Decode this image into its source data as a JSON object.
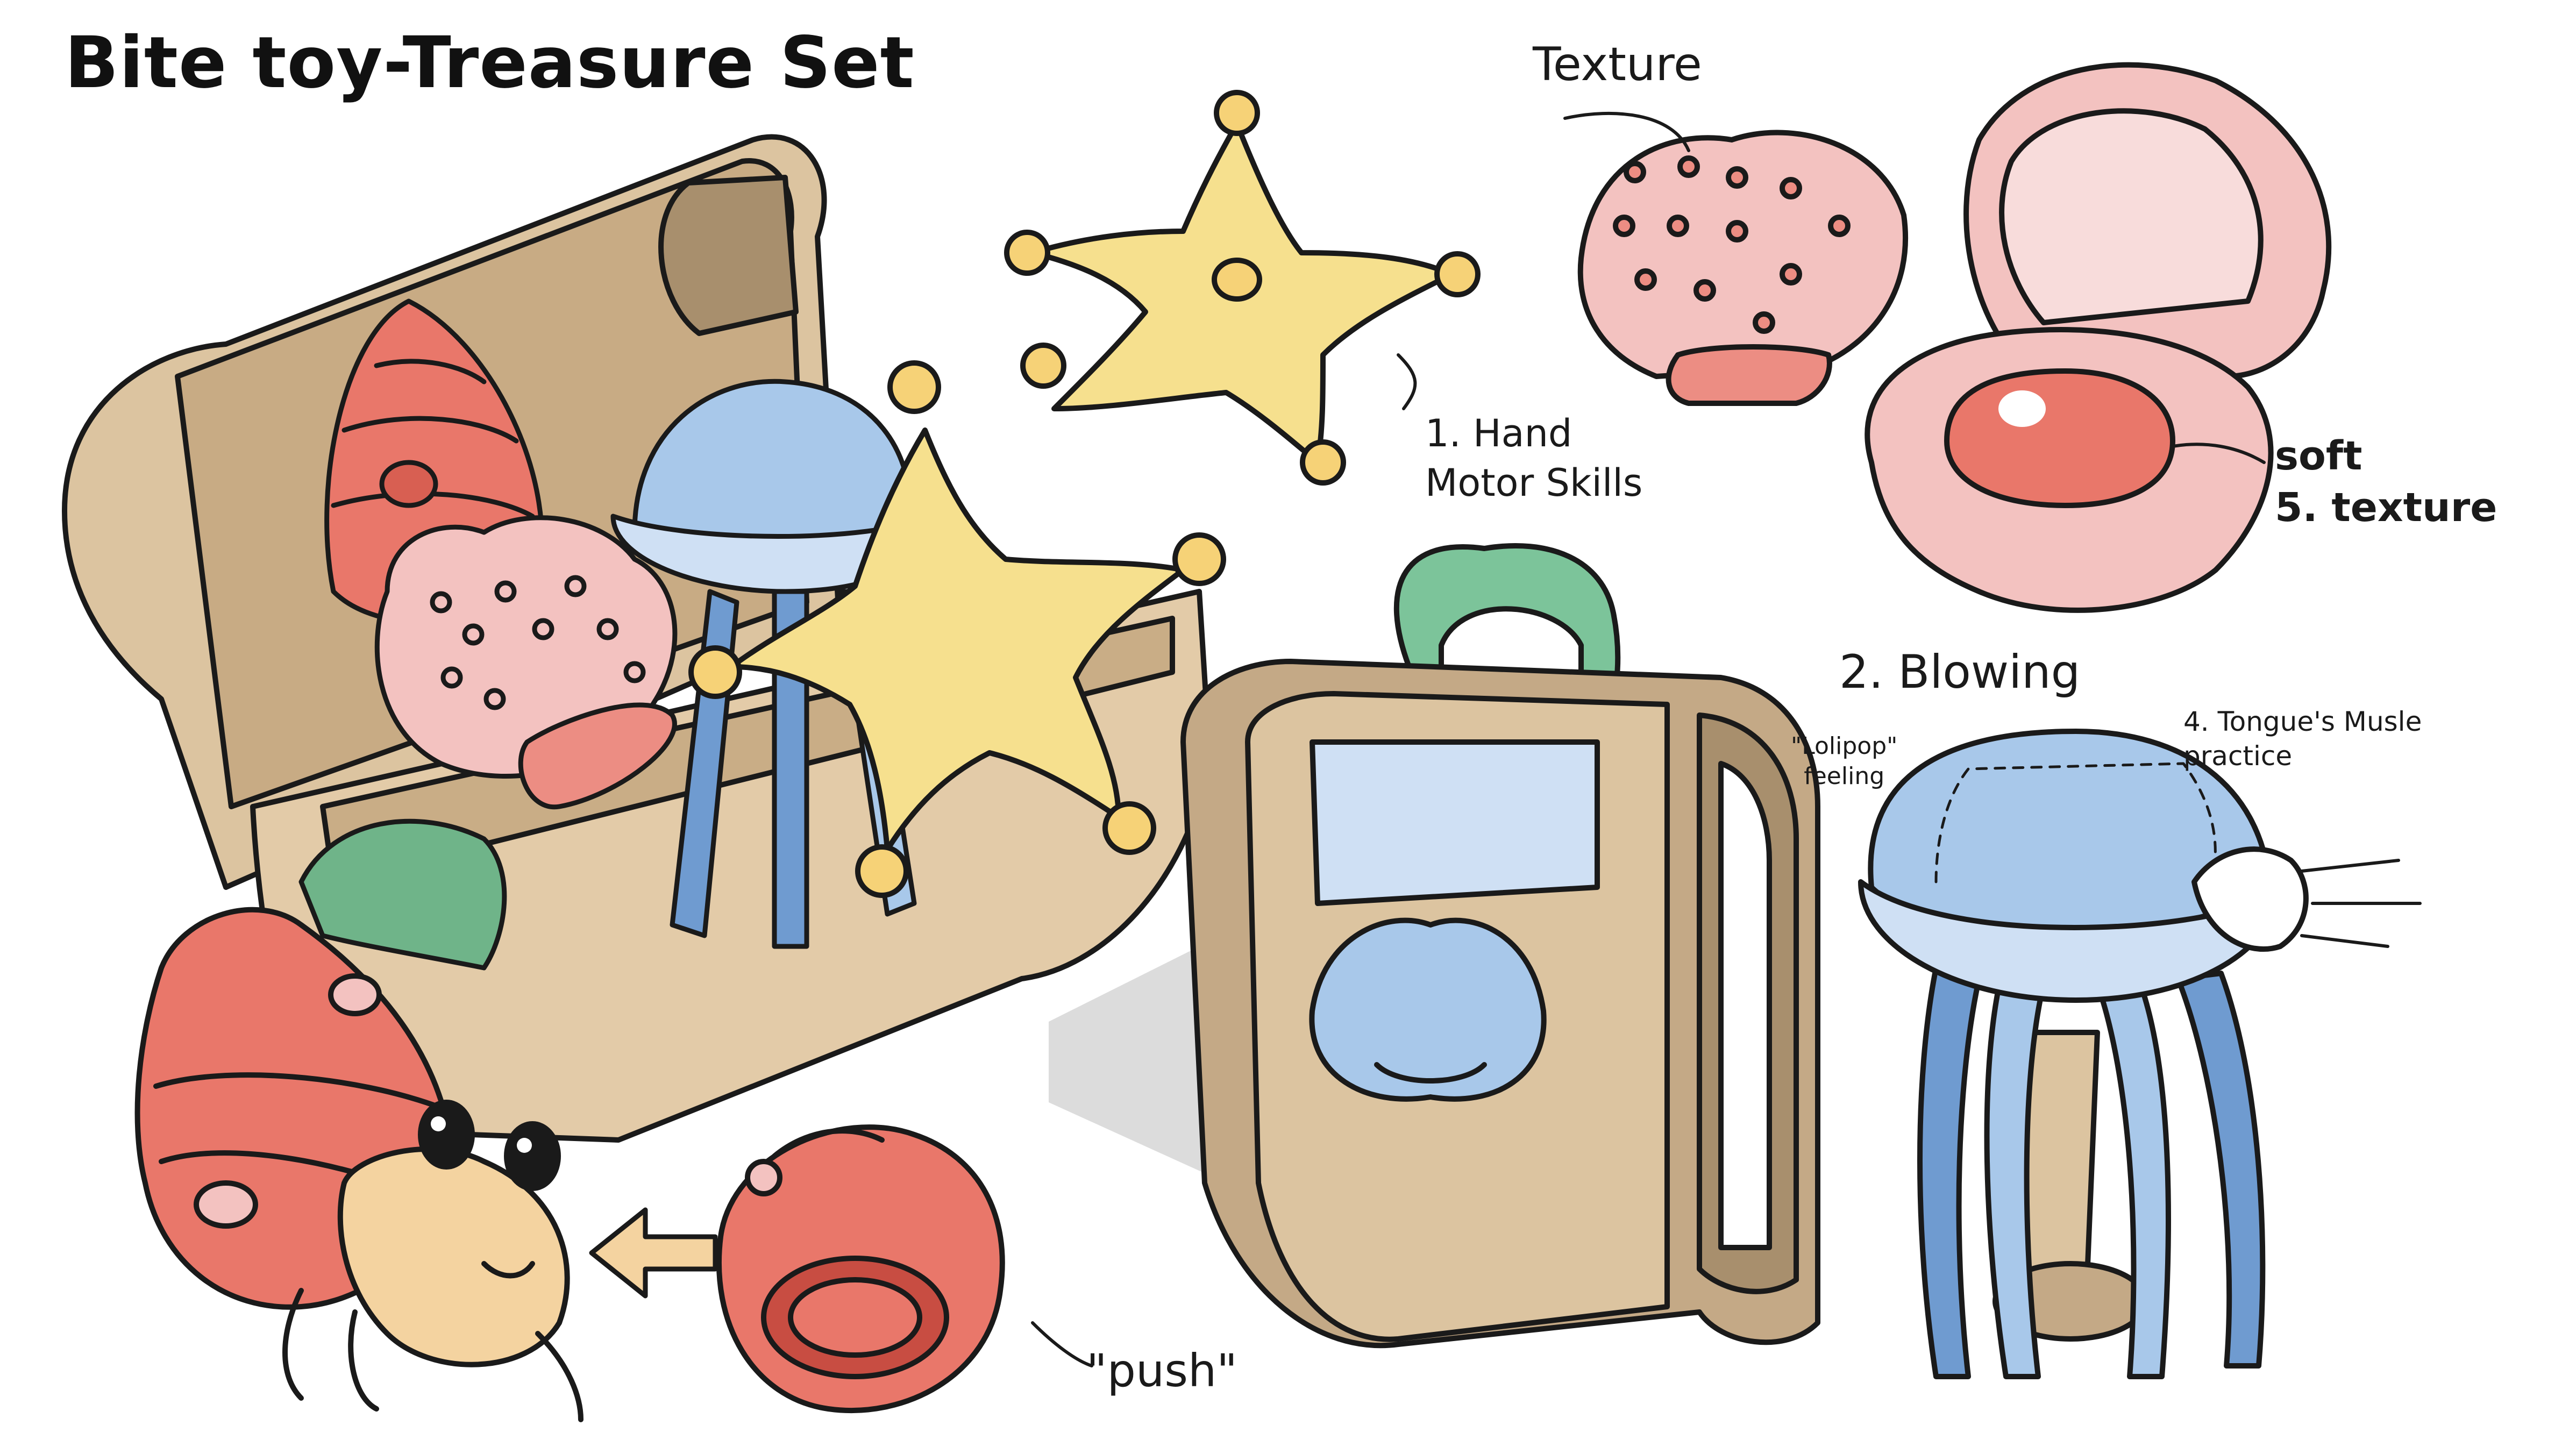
{
  "title": "Bite toy-Treasure Set",
  "notes": {
    "texture": "Texture",
    "hand_line1": "1. Hand",
    "hand_line2": "Motor Skills",
    "soft_line1": "soft",
    "soft_line2": "5. texture",
    "blowing": "2. Blowing",
    "lolipop_line1": "\"Lolipop\"",
    "lolipop_line2": "feeling",
    "tongue_line1": "4. Tongue's Musle",
    "tongue_line2": "practice",
    "push": "\"push\""
  },
  "colors": {
    "outline": "#1a1a1a",
    "chest": "#dcc4a0",
    "chest_dark": "#a88f6d",
    "shell_red": "#e9776a",
    "shell_pink": "#f3c2c0",
    "jelly_blue": "#a8c8ea",
    "jelly_dark": "#6f9bd0",
    "star_yellow": "#f6e08e",
    "leaf_green": "#6fb489",
    "handle_green": "#7cc49a",
    "crab_skin": "#f4d3a0",
    "shadow": "#dcdcdc"
  }
}
